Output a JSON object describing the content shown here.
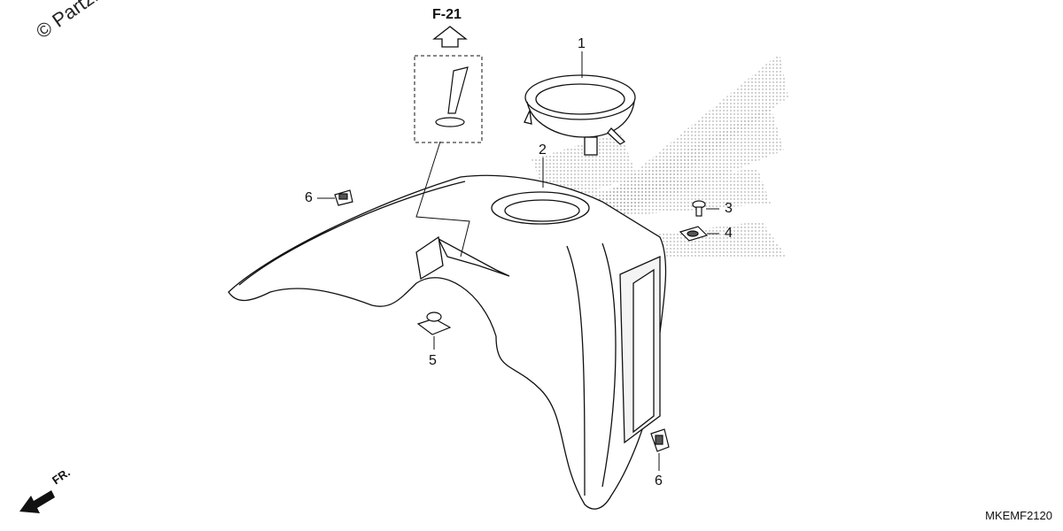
{
  "watermark": "© Partzilla",
  "reference": {
    "label": "F-21"
  },
  "diagram_code": "MKEMF2120",
  "front_indicator": "FR.",
  "callouts": [
    {
      "id": "1",
      "text": "1"
    },
    {
      "id": "2",
      "text": "2"
    },
    {
      "id": "3",
      "text": "3"
    },
    {
      "id": "4",
      "text": "4"
    },
    {
      "id": "5",
      "text": "5"
    },
    {
      "id": "6a",
      "text": "6"
    },
    {
      "id": "6b",
      "text": "6"
    }
  ],
  "colors": {
    "line": "#111111",
    "dots": "#9a9a9a",
    "background": "#ffffff"
  }
}
